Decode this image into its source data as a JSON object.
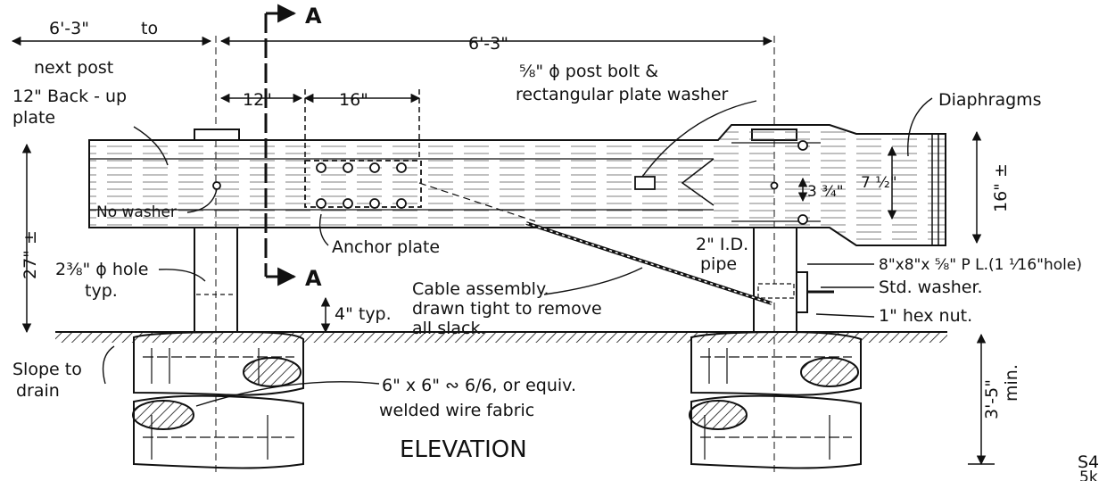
{
  "drawing": {
    "section_mark": "A",
    "dimensions": {
      "left_span": "6'-3\"",
      "left_to": "to",
      "next_post": "next   post",
      "main_span": "6'-3\"",
      "spacing_12": "12\"",
      "spacing_16": "16\"",
      "height_27": "27\" ±",
      "depth_4": "4\" typ.",
      "depth_min_value": "3'-5\"",
      "depth_min_word": "min.",
      "rail_height": "16\" ±",
      "inner_7_5": "7 ½\"",
      "inner_3_75": "3 ¾\""
    },
    "labels": {
      "backup_plate_1": "12\" Back - up",
      "backup_plate_2": "plate",
      "no_washer": "No washer",
      "anchor_plate": "Anchor plate",
      "hole_1": "2⅜\" ϕ hole",
      "hole_2": "typ.",
      "post_bolt_1": "⅝\" ϕ  post  bolt  &",
      "post_bolt_2": "rectangular plate washer",
      "diaphragms": "Diaphragms",
      "pipe_1": "2\" I.D.",
      "pipe_2": "pipe",
      "plate": "8\"x8\"x ⅝\" P L.(1 ⅟16\"hole)",
      "std_washer": "Std. washer.",
      "hex_nut": "1\" hex nut.",
      "cable_1": "Cable  assembly.",
      "cable_2": "drawn tight to remove",
      "cable_3": "all slack.",
      "slope_1": "Slope to",
      "slope_2": "drain",
      "fabric_1": "6\" x 6\" ∾ 6/6, or equiv.",
      "fabric_2": "welded wire fabric"
    },
    "title": "ELEVATION",
    "sheet_code": "S4",
    "sheet_code_2": "5k"
  }
}
